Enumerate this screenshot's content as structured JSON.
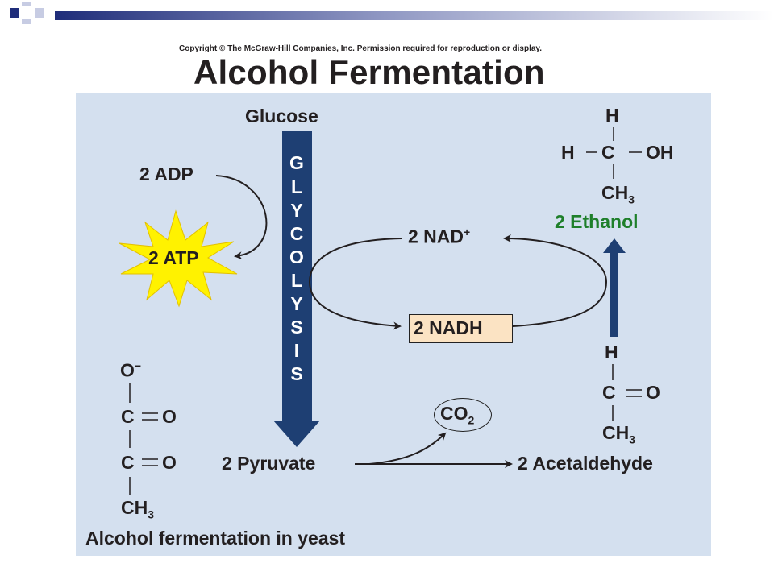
{
  "header": {
    "copyright": "Copyright © The McGraw-Hill Companies, Inc. Permission required for reproduction or display.",
    "title": "Alcohol Fermentation"
  },
  "diagram": {
    "glucose": "Glucose",
    "glycolysis_letters": [
      "G",
      "L",
      "Y",
      "C",
      "O",
      "L",
      "Y",
      "S",
      "I",
      "S"
    ],
    "adp": "2 ADP",
    "atp": "2 ATP",
    "nad": "2 NAD",
    "nad_sup": "+",
    "nadh": "2 NADH",
    "pyruvate": "2 Pyruvate",
    "acetaldehyde": "2 Acetaldehyde",
    "co2": "CO",
    "co2_sub": "2",
    "ethanol": "2 Ethanol",
    "caption": "Alcohol fermentation in yeast",
    "ethanol_struct": {
      "h_top": "H",
      "h_left": "H",
      "c": "C",
      "oh": "OH",
      "ch": "CH",
      "ch_sub": "3"
    },
    "acetaldehyde_struct": {
      "h_top": "H",
      "c": "C",
      "o": "O",
      "ch": "CH",
      "ch_sub": "3"
    },
    "pyruvate_struct": {
      "o_minus": "O",
      "o_minus_sup": "−",
      "c1": "C",
      "o1": "O",
      "c2": "C",
      "o2": "O",
      "ch": "CH",
      "ch_sub": "3"
    }
  },
  "colors": {
    "panel": "#d4e0ef",
    "glycolysis_arrow": "#1e3f73",
    "ethanol_arrow": "#1e3f73",
    "ethanol_text": "#1e7f2a",
    "atp_star": "#fff200",
    "nadh_box": "#fbe3c3",
    "header_bar": "#1f2d7a"
  }
}
